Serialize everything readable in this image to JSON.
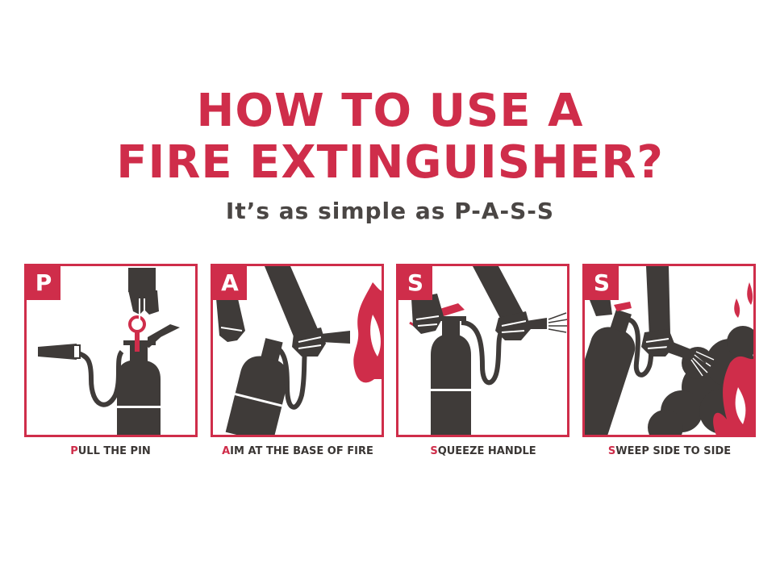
{
  "title_line1": "HOW TO USE A",
  "title_line2": "FIRE EXTINGUISHER?",
  "subtitle": "It’s as simple as P-A-S-S",
  "colors": {
    "accent": "#cf2d4a",
    "dark": "#3f3b39",
    "text": "#4a4644"
  },
  "steps": [
    {
      "letter": "P",
      "caption_first": "P",
      "caption_rest": "ULL THE PIN",
      "icon": "pull-pin-illustration"
    },
    {
      "letter": "A",
      "caption_first": "A",
      "caption_rest": "IM AT THE BASE OF FIRE",
      "icon": "aim-nozzle-illustration"
    },
    {
      "letter": "S",
      "caption_first": "S",
      "caption_rest": "QUEEZE HANDLE",
      "icon": "squeeze-handle-illustration"
    },
    {
      "letter": "S",
      "caption_first": "S",
      "caption_rest": "WEEP SIDE TO SIDE",
      "icon": "sweep-illustration"
    }
  ]
}
